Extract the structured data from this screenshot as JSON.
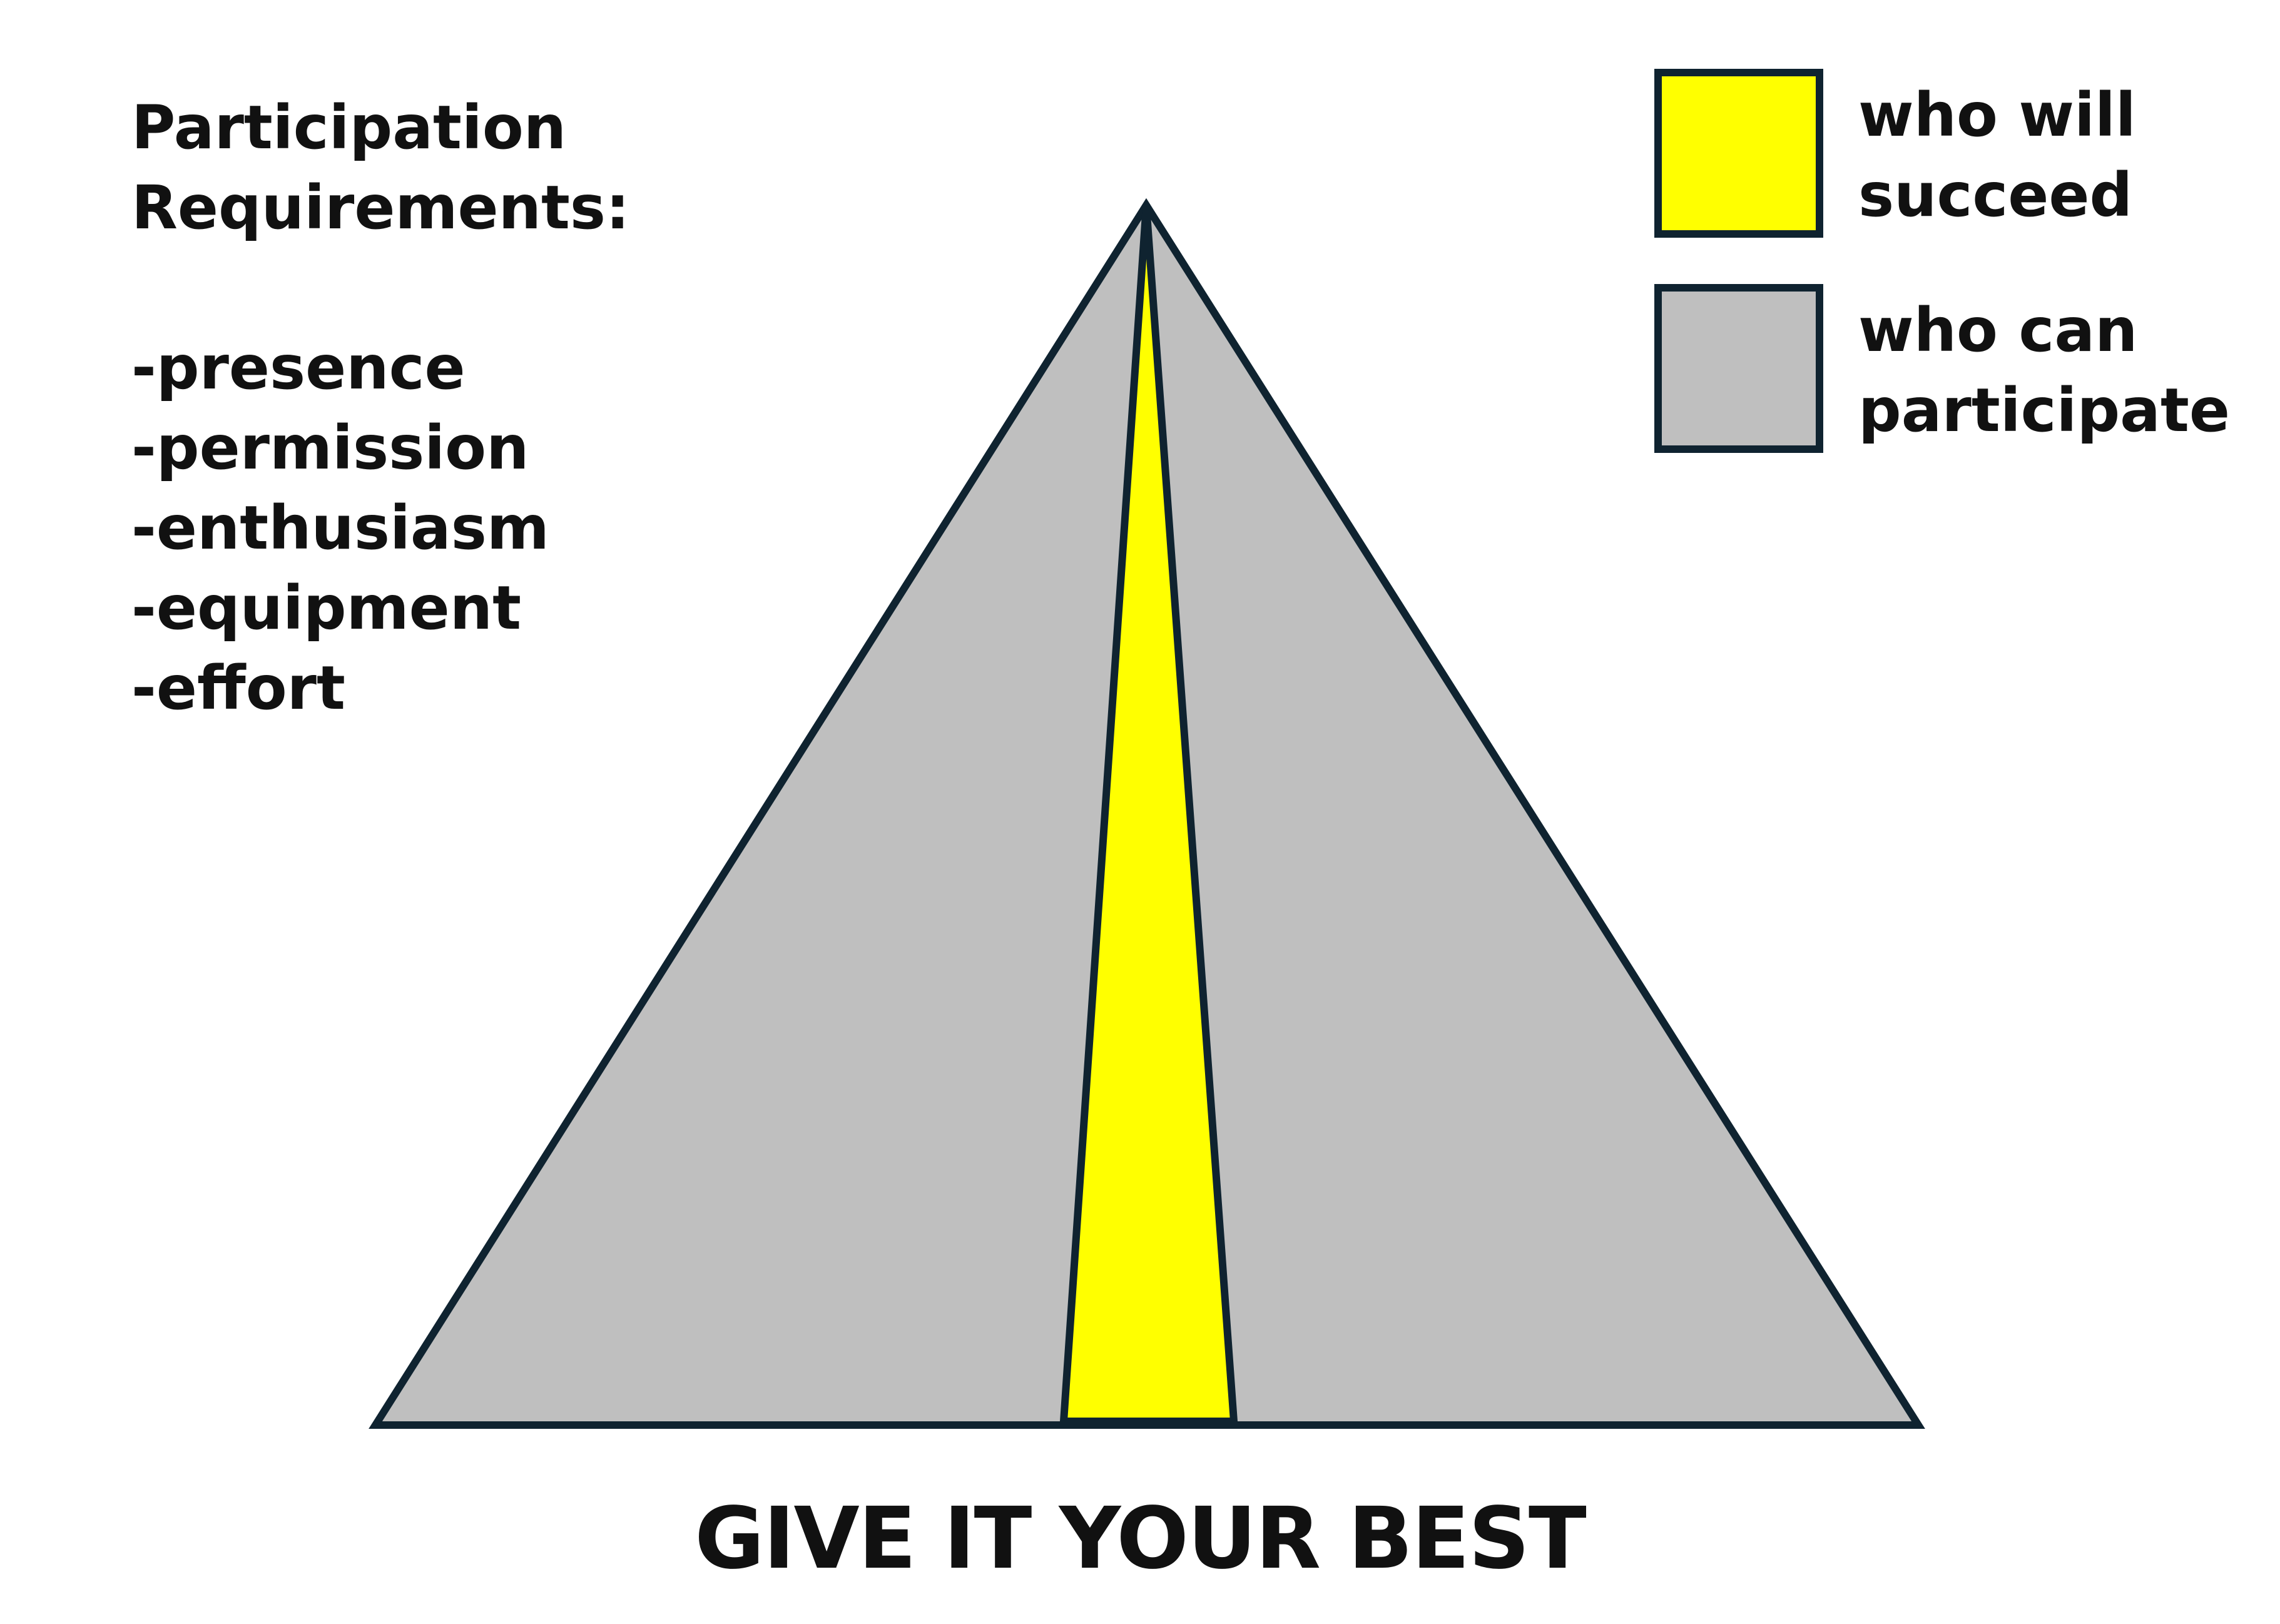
{
  "requirements": {
    "title_line1": "Participation",
    "title_line2": "Requirements:",
    "items": [
      "-presence",
      "-permission",
      "-enthusiasm",
      "-equipment",
      "-effort"
    ]
  },
  "legend": {
    "succeed": {
      "line1": "who will",
      "line2": "succeed",
      "color": "#ffff00"
    },
    "participate": {
      "line1": "who can",
      "line2": "participate",
      "color": "#bfbfbf"
    }
  },
  "colors": {
    "outline": "#0f2330",
    "participate_fill": "#bfbfbf",
    "succeed_fill": "#ffff00",
    "text": "#111111"
  },
  "footer": {
    "title": "GIVE IT YOUR BEST"
  }
}
